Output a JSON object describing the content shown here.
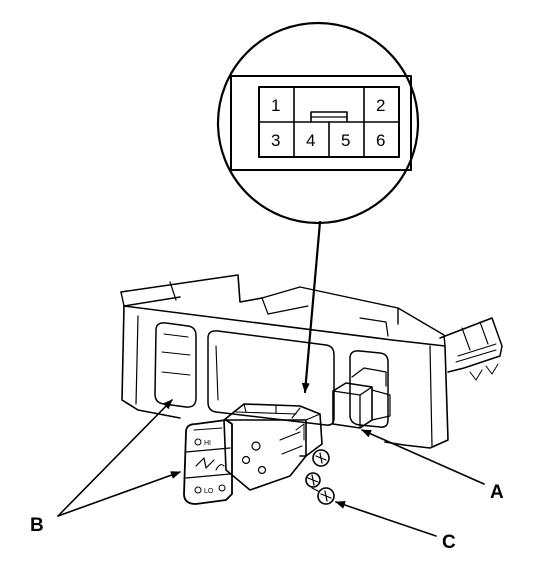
{
  "connector": {
    "pins_top": [
      "1",
      "2"
    ],
    "pins_bottom": [
      "3",
      "4",
      "5",
      "6"
    ]
  },
  "callouts": {
    "a": "A",
    "b": "B",
    "c": "C"
  },
  "switch_panel": {
    "button_labels": [
      "HI",
      "LO"
    ]
  }
}
